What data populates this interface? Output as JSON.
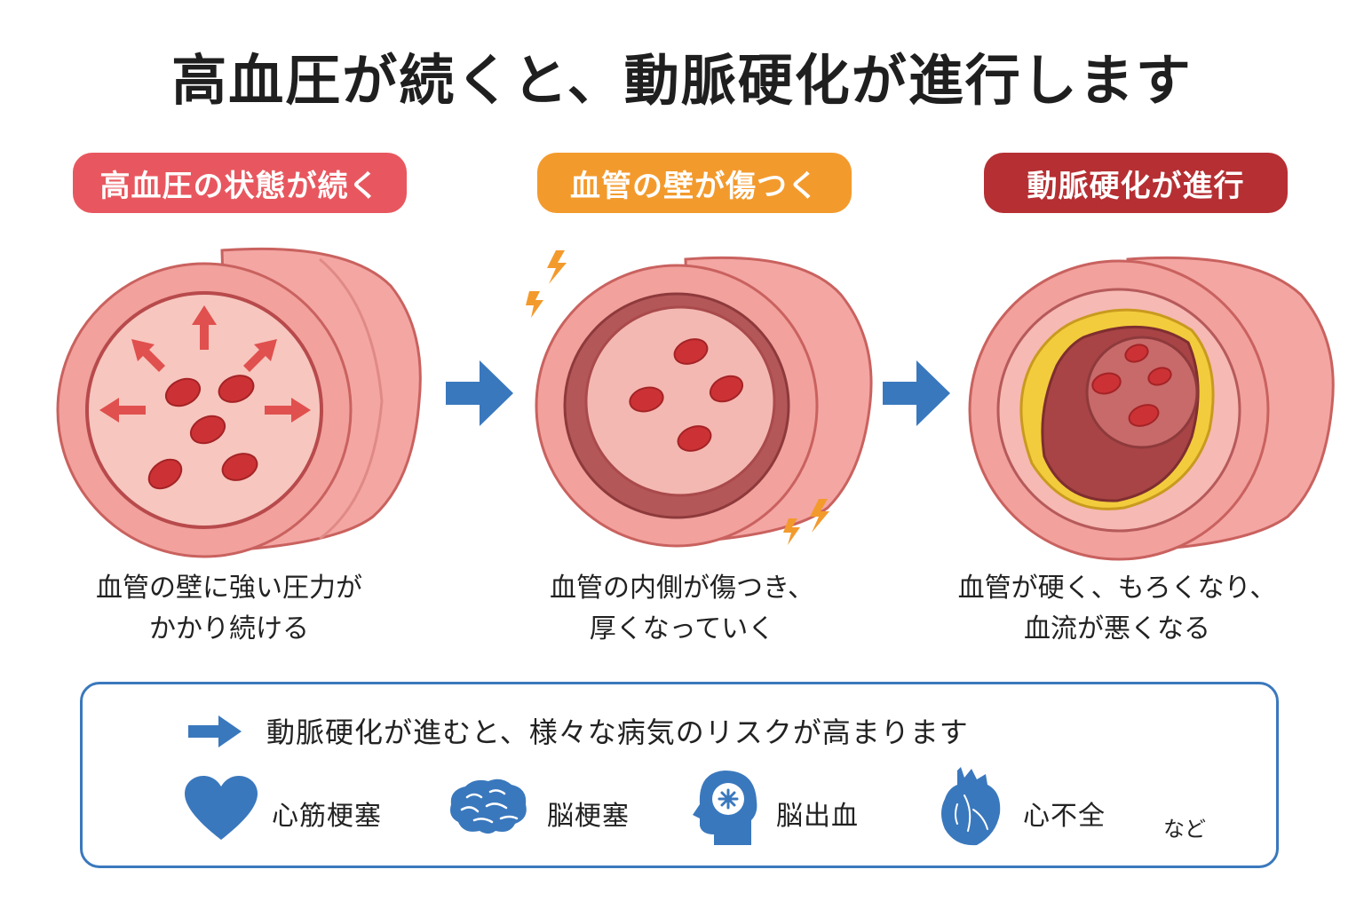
{
  "title": "高血圧が続くと、動脈硬化が進行します",
  "stages": [
    {
      "label": "高血圧の状態が続く",
      "caption": "血管の壁に強い圧力が\nかかり続ける",
      "color": "#e8575f"
    },
    {
      "label": "血管の壁が傷つく",
      "caption": "血管の内側が傷つき、\n厚くなっていく",
      "color": "#f39a2d"
    },
    {
      "label": "動脈硬化が進行",
      "caption": "血管が硬く、もろくなり、\n血流が悪くなる",
      "color": "#b52f33"
    }
  ],
  "risk": {
    "text": "動脈硬化が進むと、様々な病気のリスクが高まります",
    "diseases": [
      {
        "label": "心筋梗塞",
        "icon": "heart-icon"
      },
      {
        "label": "脳梗塞",
        "icon": "brain-icon"
      },
      {
        "label": "脳出血",
        "icon": "head-bleed-icon"
      },
      {
        "label": "心不全",
        "icon": "anatomical-heart-icon"
      }
    ],
    "etc": "など"
  },
  "colors": {
    "accent_blue": "#3a78bd",
    "vessel_pink": "#f4a6a3",
    "blood_cell": "#d13a3c",
    "plaque_yellow": "#f2cc3c",
    "spark_orange": "#f39a2d"
  }
}
